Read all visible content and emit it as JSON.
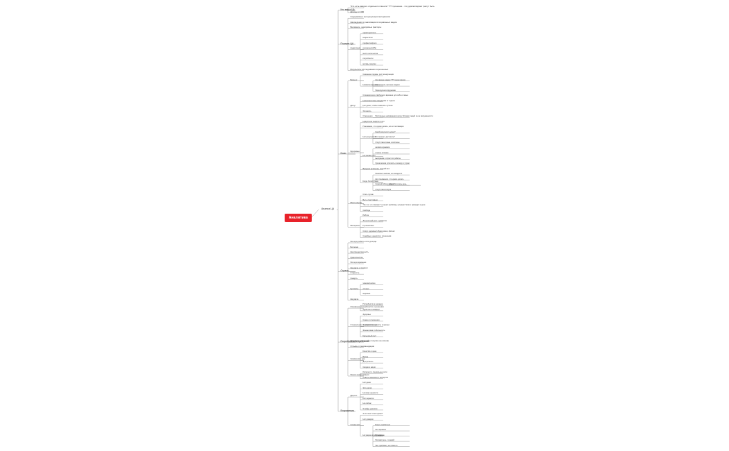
{
  "root": {
    "label": "Аналитика"
  },
  "hub": {
    "label": "Анализ ЦА"
  },
  "line_color": "#8c8c8c",
  "accent_color": "#e8222a",
  "tree": [
    {
      "label": "Кто ваша ЦА",
      "children": [
        {
          "label": "\"Кто есть каждого отдельного клиента\" ??? прошение - что удовлетворяют (могут быть"
        },
        {
          "label": "Доходу от 300"
        }
      ]
    },
    {
      "label": "Портрет ЦА",
      "children": [
        {
          "label": "Содержимые интересующих материалов"
        },
        {
          "label": "Нахождения и реализации в социальных медиа"
        },
        {
          "label": "Внимание, невидимые факторы"
        },
        {
          "label": "Аудитория",
          "children": [
            {
              "label": "характеристики"
            },
            {
              "label": "возраст/пол"
            },
            {
              "label": "профессии/роли"
            },
            {
              "label": "интересы/хобби"
            },
            {
              "label": "место жительства"
            },
            {
              "label": "потребности"
            },
            {
              "label": "мотивы покупки"
            }
          ]
        },
        {
          "label": "Результаты исследования опрошенных"
        }
      ]
    },
    {
      "label": "Боли",
      "children": [
        {
          "label": "Бизнес",
          "children": [
            {
              "label": "Снижение продаж, рост конкуренции"
            },
            {
              "label": "Нехватка времени",
              "children": [
                {
                  "label": "На каждую задачу ??? нужно время"
                },
                {
                  "label": "Отвлечения, срочные задачи"
                },
                {
                  "label": "Перегрузка сотрудников"
                }
              ]
            }
          ]
        },
        {
          "label": "Досуг",
          "children": [
            {
              "label": "Слишком мало свободного времени для себя и семьи"
            },
            {
              "label": "Несоответствие ожиданиям от отдыха"
            },
            {
              "label": "Нет денег, чтобы позволить лучшее"
            },
            {
              "label": "Усталость"
            },
            {
              "label": "Отношения",
              "children": [
                {
                  "label": "Постоянные напряжения в кругу близких людей из-за загруженности"
                }
              ]
            }
          ]
        },
        {
          "label": "Здоровье",
          "children": [
            {
              "label": "Недостаток энергии и сил"
            },
            {
              "label": "Понимание, что нужно делать, но нет мотивации"
            },
            {
              "label": "Нет результатов",
              "children": [
                {
                  "label": "Какой результат нужен?"
                },
                {
                  "label": "Что мешает достигать?"
                },
                {
                  "label": "Отсутствие плана и системы"
                }
              ]
            },
            {
              "label": "Не хватает сил",
              "children": [
                {
                  "label": "нехватка режима"
                },
                {
                  "label": "плохое питание"
                },
                {
                  "label": "выгорание и стресс от работы"
                },
                {
                  "label": "Хроническая усталость к вечеру и утром"
                }
              ]
            },
            {
              "label": "Вредные привычки, лишний вес"
            },
            {
              "label": "Когда болит спина",
              "children": [
                {
                  "label": "Помогает массаж, но ненадолго"
                },
                {
                  "label": "Нет понимания, что нужно делать"
                },
                {
                  "label": "Сидячий образ жизни",
                  "children": [
                    {
                      "label": "На работе весь день"
                    }
                  ]
                },
                {
                  "label": "Отсутствие спорта"
                }
              ]
            }
          ]
        },
        {
          "label": "Мечты/цели",
          "children": [
            {
              "label": "Стать лучше"
            },
            {
              "label": "Быть счастливым"
            },
            {
              "label": "\"Это то, что поможет\" и решит проблему, устранит боли и приведёт к цели"
            },
            {
              "label": "Свобода"
            }
          ]
        },
        {
          "label": "Интересы",
          "children": [
            {
              "label": "Работа"
            },
            {
              "label": "Личностный рост и развитие"
            },
            {
              "label": "Путешествия"
            },
            {
              "label": "Спорт, здоровый образ жизни, фитнес"
            },
            {
              "label": "Семейные ценности и отношения"
            }
          ]
        }
      ]
    },
    {
      "label": "Страхи",
      "children": [
        {
          "label": "Потеря работы или дохода"
        },
        {
          "label": "Болезни"
        },
        {
          "label": "Неопределённость"
        },
        {
          "label": "Одиночество"
        },
        {
          "label": "Потеря времени"
        },
        {
          "label": "Неудача и провал"
        },
        {
          "label": "Старость"
        },
        {
          "label": "Смерть"
        },
        {
          "label": "Кризисы",
          "children": [
            {
              "label": "экономические"
            },
            {
              "label": "личные"
            },
            {
              "label": "мировые"
            }
          ]
        },
        {
          "label": "Неудача"
        }
      ]
    },
    {
      "label": "Потребности/потребление",
      "children": [
        {
          "label": "Основные потребности и решения",
          "children": [
            {
              "label": "Потребности и желания"
            },
            {
              "label": "Удобство и комфорт"
            }
          ]
        },
        {
          "label": "Стремление к развитию и росту в жизни",
          "children": [
            {
              "label": "Здоровье"
            },
            {
              "label": "Семья и отношения"
            },
            {
              "label": "Самореализация"
            },
            {
              "label": "Финансовая стабильность"
            },
            {
              "label": "Карьерный рост"
            }
          ]
        },
        {
          "label": "Принятие решений о покупке на основе"
        },
        {
          "label": "Отзывы и рекомендации"
        },
        {
          "label": "Сравнение цен",
          "children": [
            {
              "label": "Качество и цена"
            },
            {
              "label": "Бренд"
            },
            {
              "label": "Доступность"
            },
            {
              "label": "Скидки и акции"
            }
          ]
        },
        {
          "label": "Поиск информации",
          "children": [
            {
              "label": "Интернет и социальные сети"
            },
            {
              "label": "Советы знакомых и экспертов"
            }
          ]
        }
      ]
    },
    {
      "label": "Возражения",
      "children": [
        {
          "label": "Дорого",
          "children": [
            {
              "label": "Нет денег"
            },
            {
              "label": "Это дорого"
            },
            {
              "label": "Не вижу ценности"
            },
            {
              "label": "Нет гарантии"
            },
            {
              "label": "Не сейчас"
            },
            {
              "label": "Я найду дешевле"
            }
          ]
        },
        {
          "label": "Сомнения",
          "children": [
            {
              "label": "А это мне точно нужно?"
            },
            {
              "label": "Нет доверия"
            },
            {
              "label": "Не уверен в результате",
              "children": [
                {
                  "label": "Боюсь ошибиться"
                },
                {
                  "label": "Нет времени"
                },
                {
                  "label": "Я подумаю"
                },
                {
                  "label": "Посоветуюсь с семьёй"
                },
                {
                  "label": "Уже пробовал, не помогло"
                }
              ]
            }
          ]
        }
      ]
    }
  ]
}
